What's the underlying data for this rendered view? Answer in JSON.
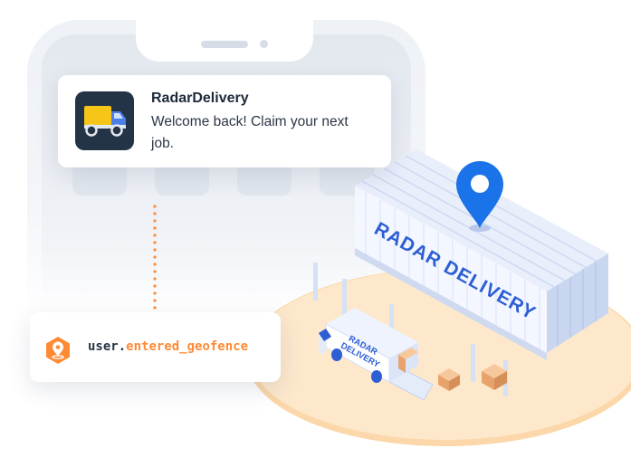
{
  "notification": {
    "app_name": "RadarDelivery",
    "message": "Welcome back! Claim your next job.",
    "icon": "delivery-truck-icon",
    "icon_bg": "#243447",
    "truck_color": "#f5c518"
  },
  "event": {
    "object": "user",
    "separator": ".",
    "name": "entered_geofence",
    "icon": "geofence-pin-icon",
    "accent": "#ff8a34"
  },
  "warehouse": {
    "sign": "RADAR DELIVERY",
    "pin_icon": "location-pin-icon",
    "pin_color": "#1a73e8"
  },
  "van": {
    "label": "RADAR DELIVERY"
  }
}
